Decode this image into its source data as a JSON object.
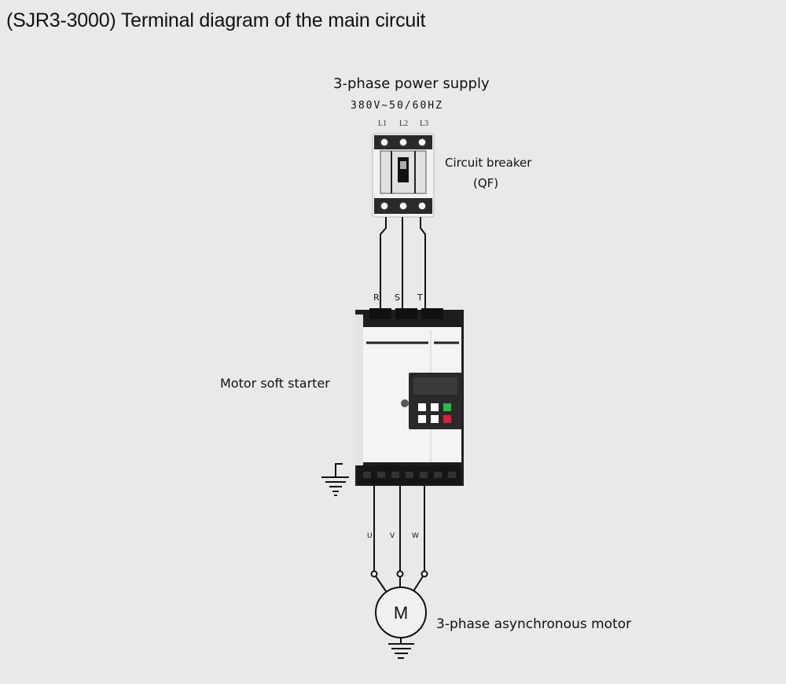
{
  "title": "(SJR3-3000) Terminal diagram of the main circuit",
  "power_supply": {
    "label": "3-phase power supply",
    "rating": "380V~50/60HZ",
    "terminals": [
      "L1",
      "L2",
      "L3"
    ]
  },
  "circuit_breaker": {
    "label": "Circuit breaker",
    "code": "(QF)"
  },
  "soft_starter": {
    "label": "Motor soft starter",
    "input_terminals": [
      "R",
      "S",
      "T"
    ],
    "output_terminals": [
      "U",
      "V",
      "W"
    ]
  },
  "motor": {
    "symbol": "M",
    "label": "3-phase asynchronous motor"
  },
  "colors": {
    "background": "#e9e9e9",
    "device_body": "#f4f4f6",
    "device_dark": "#1a1a1a",
    "wire": "#111111",
    "keypad_green": "#2db84a",
    "keypad_red": "#d9223a"
  }
}
